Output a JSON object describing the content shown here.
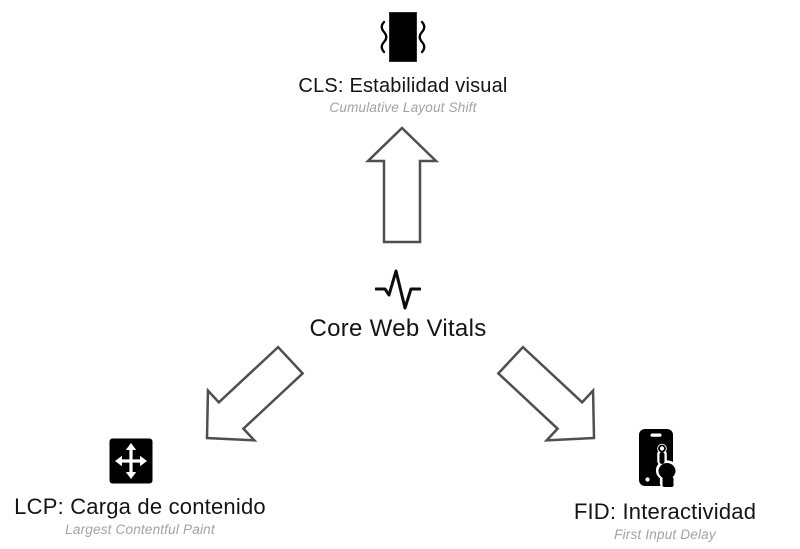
{
  "diagram": {
    "center": {
      "label": "Core Web Vitals",
      "icon": "pulse-icon"
    },
    "nodes": [
      {
        "id": "cls",
        "position": "top",
        "icon": "vibrate-icon",
        "title": "CLS: Estabilidad visual",
        "subtitle": "Cumulative Layout Shift"
      },
      {
        "id": "lcp",
        "position": "bottom-left",
        "icon": "move-icon",
        "title": "LCP: Carga de contenido",
        "subtitle": "Largest Contentful Paint"
      },
      {
        "id": "fid",
        "position": "bottom-right",
        "icon": "tap-hand-icon",
        "title": "FID: Interactividad",
        "subtitle": "First Input Delay"
      }
    ],
    "arrows": [
      {
        "from": "center",
        "to": "cls",
        "direction": "up"
      },
      {
        "from": "center",
        "to": "lcp",
        "direction": "down-left"
      },
      {
        "from": "center",
        "to": "fid",
        "direction": "down-right"
      }
    ],
    "colors": {
      "background": "#ffffff",
      "title_text": "#141414",
      "subtitle_text": "#a2a2a2",
      "icon_fill": "#000000",
      "arrow_stroke": "#4f4f4f",
      "arrow_fill": "#ffffff"
    }
  }
}
